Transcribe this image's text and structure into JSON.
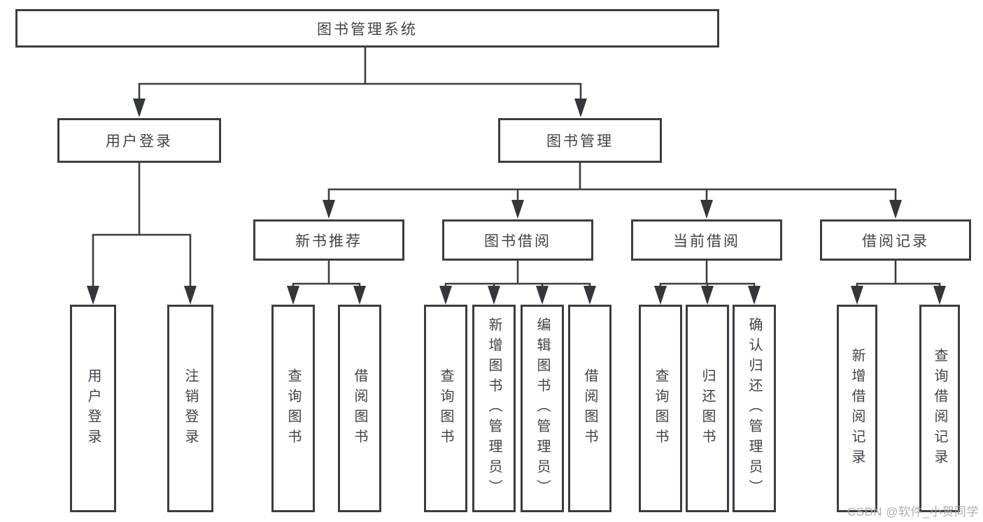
{
  "diagram_title": "图书管理系统",
  "colors": {
    "line": "#3a3d42",
    "box_border": "#3a3d42",
    "text": "#3f434a",
    "background": "#ffffff",
    "watermark": "#a7abb2"
  },
  "nodes": {
    "root": {
      "label": "图书管理系统"
    },
    "level2": [
      {
        "label": "用户登录",
        "parent": "图书管理系统"
      },
      {
        "label": "图书管理",
        "parent": "图书管理系统"
      }
    ],
    "level3": [
      {
        "label": "新书推荐",
        "parent": "图书管理"
      },
      {
        "label": "图书借阅",
        "parent": "图书管理"
      },
      {
        "label": "当前借阅",
        "parent": "图书管理"
      },
      {
        "label": "借阅记录",
        "parent": "图书管理"
      }
    ],
    "leaves": [
      {
        "label": "用户登录",
        "parent": "用户登录"
      },
      {
        "label": "注销登录",
        "parent": "用户登录"
      },
      {
        "label": "查询图书",
        "parent": "新书推荐"
      },
      {
        "label": "借阅图书",
        "parent": "新书推荐"
      },
      {
        "label": "查询图书",
        "parent": "图书借阅"
      },
      {
        "label": "新增图书（管理员）",
        "parent": "图书借阅"
      },
      {
        "label": "编辑图书（管理员）",
        "parent": "图书借阅"
      },
      {
        "label": "借阅图书",
        "parent": "图书借阅"
      },
      {
        "label": "查询图书",
        "parent": "当前借阅"
      },
      {
        "label": "归还图书",
        "parent": "当前借阅"
      },
      {
        "label": "确认归还（管理员）",
        "parent": "当前借阅"
      },
      {
        "label": "新增借阅记录",
        "parent": "借阅记录"
      },
      {
        "label": "查询借阅记录",
        "parent": "借阅记录"
      }
    ]
  },
  "watermark": {
    "text": "CSDN @软件_小贺同学"
  }
}
